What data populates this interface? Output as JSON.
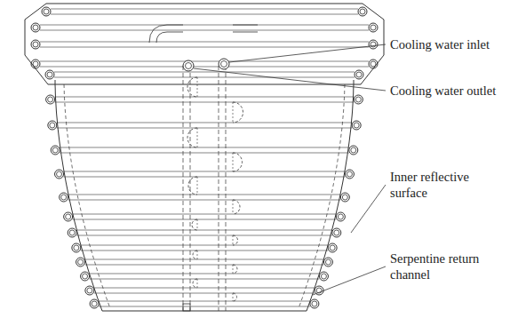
{
  "diagram": {
    "labels": [
      "Cooling water inlet",
      "Cooling water outlet",
      "Inner reflective surface",
      "Serpentine return channel"
    ]
  }
}
